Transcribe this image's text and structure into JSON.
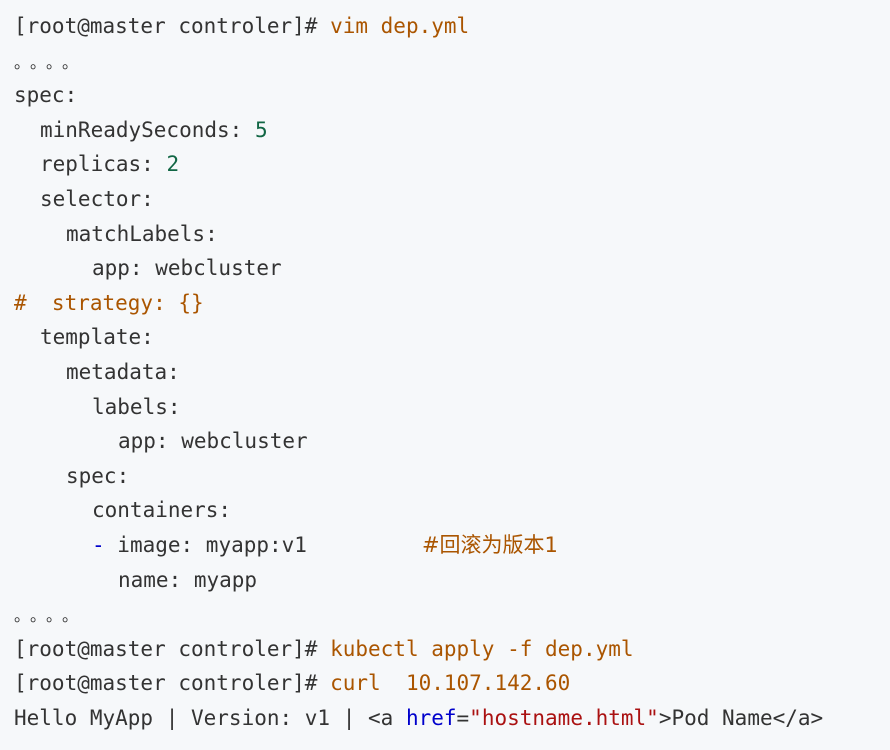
{
  "colors": {
    "background": "#f6f8fa",
    "text": "#333333",
    "command": "#aa5500",
    "number": "#116644",
    "comment": "#aa5500",
    "attribute": "#0000cc",
    "string": "#aa1111"
  },
  "lines": {
    "l1": {
      "prompt": "[root@master controler]#",
      "cmd": " vim dep.yml"
    },
    "l2": {
      "text": "。。。。"
    },
    "l3": {
      "key": "spec:"
    },
    "l4": {
      "key": "minReadySeconds:",
      "value": " 5"
    },
    "l5": {
      "key": "replicas:",
      "value": " 2"
    },
    "l6": {
      "key": "selector:"
    },
    "l7": {
      "key": "matchLabels:"
    },
    "l8": {
      "key": "app: webcluster"
    },
    "l9": {
      "text": "#  strategy: {}"
    },
    "l10": {
      "key": "template:"
    },
    "l11": {
      "key": "metadata:"
    },
    "l12": {
      "key": "labels:"
    },
    "l13": {
      "key": "app: webcluster"
    },
    "l14": {
      "key": "spec:"
    },
    "l15": {
      "key": "containers:"
    },
    "l16": {
      "dash": "-",
      "key": " image: myapp:v1",
      "comment": "#回滚为版本1"
    },
    "l17": {
      "key": "name: myapp"
    },
    "l18": {
      "text": "。。。。"
    },
    "l19": {
      "prompt": "[root@master controler]#",
      "cmd": " kubectl apply -f dep.yml"
    },
    "l20": {
      "prompt": "[root@master controler]#",
      "cmd": " curl  10.107.142.60"
    },
    "l21": {
      "before": "Hello MyApp | Version: v1 | <a ",
      "attr": "href",
      "eq": "=",
      "str": "\"hostname.html\"",
      "after": ">Pod Name</a>"
    }
  }
}
